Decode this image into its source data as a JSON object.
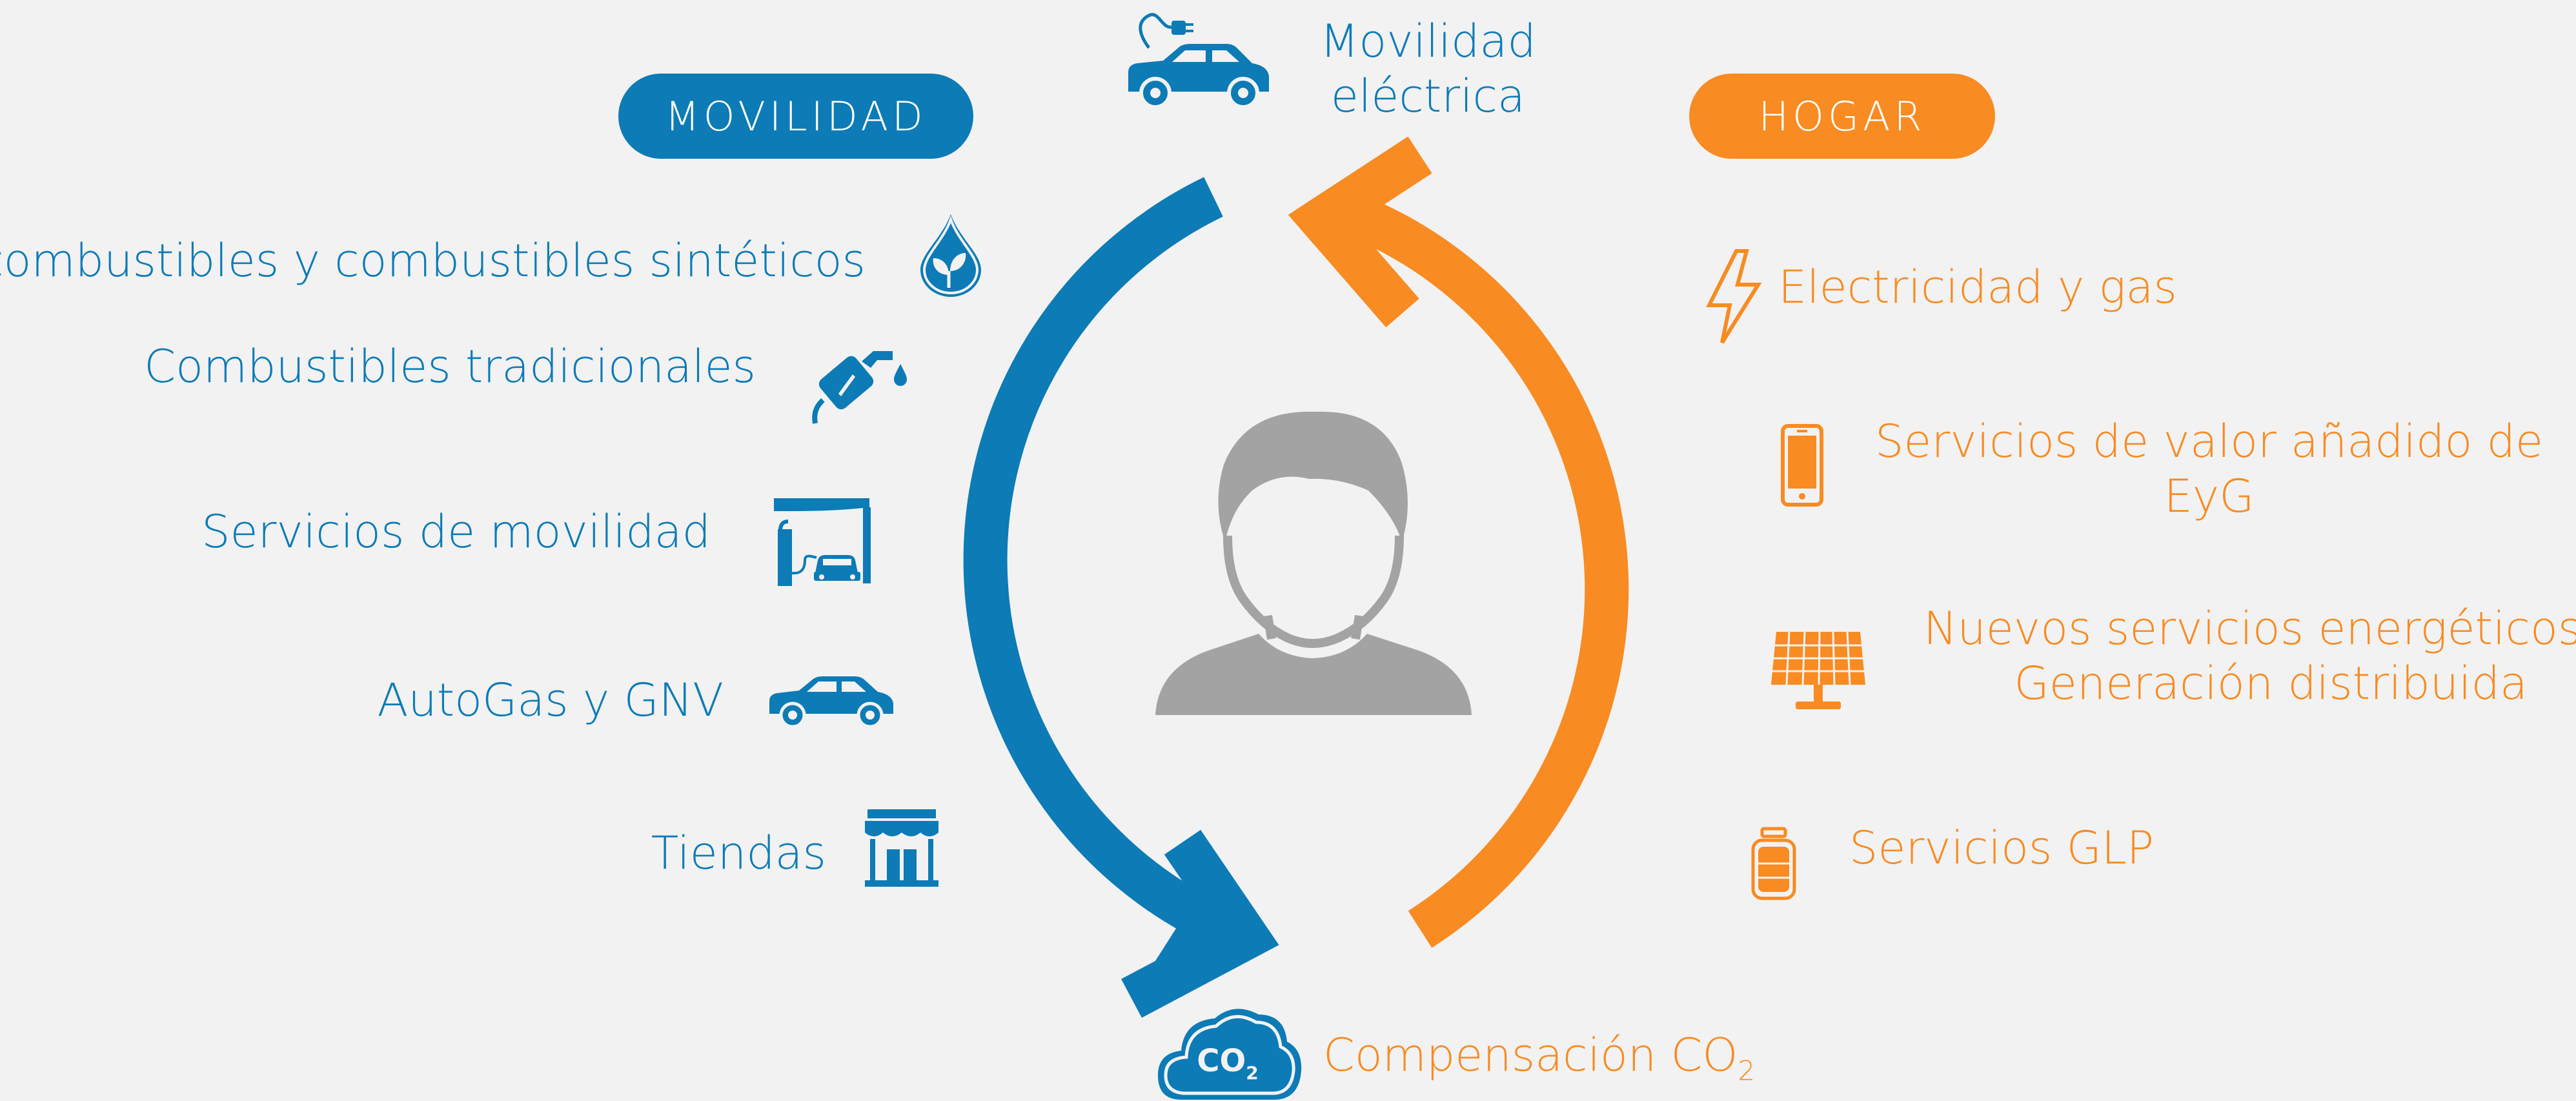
{
  "colors": {
    "movilidad": "#0c7bb6",
    "hogar": "#f88b22",
    "person": "#a3a3a3",
    "background": "#f2f2f2"
  },
  "categories": {
    "movilidad": "MOVILIDAD",
    "hogar": "HOGAR"
  },
  "top": {
    "line1": "Movilidad",
    "line2": "eléctrica",
    "icon": "electric-car-icon"
  },
  "movilidad_items": [
    {
      "label": "Biocombustibles y combustibles sintéticos",
      "icon": "leaf-drop-icon"
    },
    {
      "label": "Combustibles tradicionales",
      "icon": "fuel-nozzle-icon"
    },
    {
      "label": "Servicios de movilidad",
      "icon": "charging-station-icon"
    },
    {
      "label": "AutoGas y GNV",
      "icon": "car-icon"
    },
    {
      "label": "Tiendas",
      "icon": "store-icon"
    }
  ],
  "hogar_items": [
    {
      "label": "Electricidad y gas",
      "icon": "lightning-icon"
    },
    {
      "line1": "Servicios de valor añadido  de",
      "line2": "EyG",
      "icon": "smartphone-icon"
    },
    {
      "line1": "Nuevos servicios energéticos –",
      "line2": "Generación distribuida",
      "icon": "solar-panel-icon"
    },
    {
      "label": "Servicios GLP",
      "icon": "gas-cylinder-icon"
    }
  ],
  "bottom": {
    "label": "Compensación CO",
    "sub": "2",
    "badge": "CO",
    "badge_sub": "2",
    "icon": "co2-cloud-icon"
  },
  "center": {
    "icon": "person-icon"
  }
}
